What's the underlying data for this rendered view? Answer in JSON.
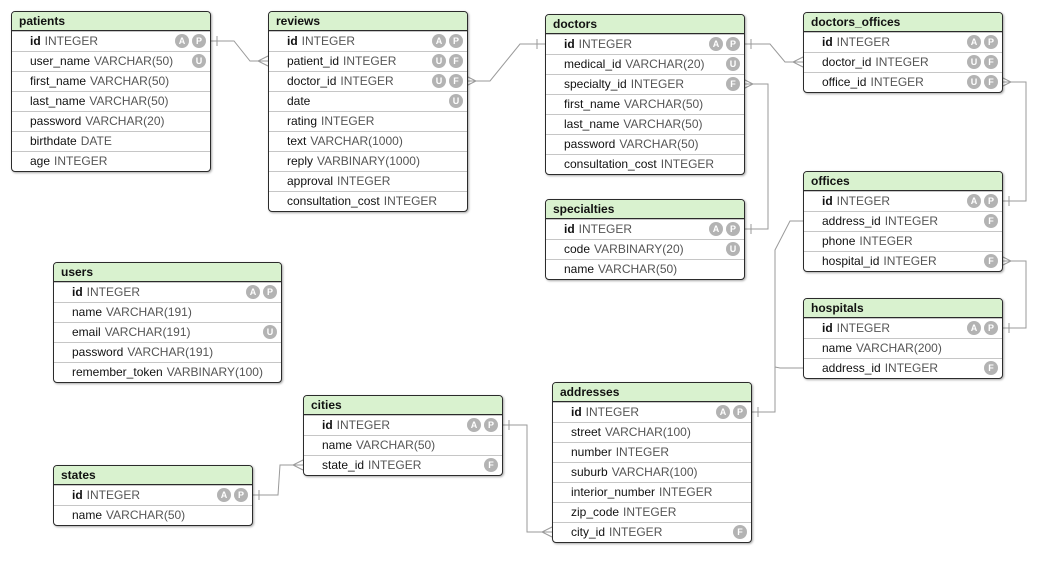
{
  "tables": [
    {
      "id": "patients",
      "name": "patients",
      "columns": [
        {
          "name": "id",
          "type": "INTEGER",
          "pk": true,
          "badges": [
            "A",
            "P"
          ]
        },
        {
          "name": "user_name",
          "type": "VARCHAR(50)",
          "badges": [
            "U"
          ]
        },
        {
          "name": "first_name",
          "type": "VARCHAR(50)",
          "badges": []
        },
        {
          "name": "last_name",
          "type": "VARCHAR(50)",
          "badges": []
        },
        {
          "name": "password",
          "type": "VARCHAR(20)",
          "badges": []
        },
        {
          "name": "birthdate",
          "type": "DATE",
          "badges": []
        },
        {
          "name": "age",
          "type": "INTEGER",
          "badges": []
        }
      ]
    },
    {
      "id": "reviews",
      "name": "reviews",
      "columns": [
        {
          "name": "id",
          "type": "INTEGER",
          "pk": true,
          "badges": [
            "A",
            "P"
          ]
        },
        {
          "name": "patient_id",
          "type": "INTEGER",
          "badges": [
            "U",
            "F"
          ]
        },
        {
          "name": "doctor_id",
          "type": "INTEGER",
          "badges": [
            "U",
            "F"
          ]
        },
        {
          "name": "date",
          "type": "",
          "badges": [
            "U"
          ]
        },
        {
          "name": "rating",
          "type": "INTEGER",
          "badges": []
        },
        {
          "name": "text",
          "type": "VARCHAR(1000)",
          "badges": []
        },
        {
          "name": "reply",
          "type": "VARBINARY(1000)",
          "badges": []
        },
        {
          "name": "approval",
          "type": "INTEGER",
          "badges": []
        },
        {
          "name": "consultation_cost",
          "type": "INTEGER",
          "badges": []
        }
      ]
    },
    {
      "id": "doctors",
      "name": "doctors",
      "columns": [
        {
          "name": "id",
          "type": "INTEGER",
          "pk": true,
          "badges": [
            "A",
            "P"
          ]
        },
        {
          "name": "medical_id",
          "type": "VARCHAR(20)",
          "badges": [
            "U"
          ]
        },
        {
          "name": "specialty_id",
          "type": "INTEGER",
          "badges": [
            "F"
          ]
        },
        {
          "name": "first_name",
          "type": "VARCHAR(50)",
          "badges": []
        },
        {
          "name": "last_name",
          "type": "VARCHAR(50)",
          "badges": []
        },
        {
          "name": "password",
          "type": "VARCHAR(50)",
          "badges": []
        },
        {
          "name": "consultation_cost",
          "type": "INTEGER",
          "badges": []
        }
      ]
    },
    {
      "id": "doctors_offices",
      "name": "doctors_offices",
      "columns": [
        {
          "name": "id",
          "type": "INTEGER",
          "pk": true,
          "badges": [
            "A",
            "P"
          ]
        },
        {
          "name": "doctor_id",
          "type": "INTEGER",
          "badges": [
            "U",
            "F"
          ]
        },
        {
          "name": "office_id",
          "type": "INTEGER",
          "badges": [
            "U",
            "F"
          ]
        }
      ]
    },
    {
      "id": "specialties",
      "name": "specialties",
      "columns": [
        {
          "name": "id",
          "type": "INTEGER",
          "pk": true,
          "badges": [
            "A",
            "P"
          ]
        },
        {
          "name": "code",
          "type": "VARBINARY(20)",
          "badges": [
            "U"
          ]
        },
        {
          "name": "name",
          "type": "VARCHAR(50)",
          "badges": []
        }
      ]
    },
    {
      "id": "offices",
      "name": "offices",
      "columns": [
        {
          "name": "id",
          "type": "INTEGER",
          "pk": true,
          "badges": [
            "A",
            "P"
          ]
        },
        {
          "name": "address_id",
          "type": "INTEGER",
          "badges": [
            "F"
          ]
        },
        {
          "name": "phone",
          "type": "INTEGER",
          "badges": []
        },
        {
          "name": "hospital_id",
          "type": "INTEGER",
          "badges": [
            "F"
          ]
        }
      ]
    },
    {
      "id": "users",
      "name": "users",
      "columns": [
        {
          "name": "id",
          "type": "INTEGER",
          "pk": true,
          "badges": [
            "A",
            "P"
          ]
        },
        {
          "name": "name",
          "type": "VARCHAR(191)",
          "badges": []
        },
        {
          "name": "email",
          "type": "VARCHAR(191)",
          "badges": [
            "U"
          ]
        },
        {
          "name": "password",
          "type": "VARCHAR(191)",
          "badges": []
        },
        {
          "name": "remember_token",
          "type": "VARBINARY(100)",
          "badges": []
        }
      ]
    },
    {
      "id": "hospitals",
      "name": "hospitals",
      "columns": [
        {
          "name": "id",
          "type": "INTEGER",
          "pk": true,
          "badges": [
            "A",
            "P"
          ]
        },
        {
          "name": "name",
          "type": "VARCHAR(200)",
          "badges": []
        },
        {
          "name": "address_id",
          "type": "INTEGER",
          "badges": [
            "F"
          ]
        }
      ]
    },
    {
      "id": "cities",
      "name": "cities",
      "columns": [
        {
          "name": "id",
          "type": "INTEGER",
          "pk": true,
          "badges": [
            "A",
            "P"
          ]
        },
        {
          "name": "name",
          "type": "VARCHAR(50)",
          "badges": []
        },
        {
          "name": "state_id",
          "type": "INTEGER",
          "badges": [
            "F"
          ]
        }
      ]
    },
    {
      "id": "addresses",
      "name": "addresses",
      "columns": [
        {
          "name": "id",
          "type": "INTEGER",
          "pk": true,
          "badges": [
            "A",
            "P"
          ]
        },
        {
          "name": "street",
          "type": "VARCHAR(100)",
          "badges": []
        },
        {
          "name": "number",
          "type": "INTEGER",
          "badges": []
        },
        {
          "name": "suburb",
          "type": "VARCHAR(100)",
          "badges": []
        },
        {
          "name": "interior_number",
          "type": "INTEGER",
          "badges": []
        },
        {
          "name": "zip_code",
          "type": "INTEGER",
          "badges": []
        },
        {
          "name": "city_id",
          "type": "INTEGER",
          "badges": [
            "F"
          ]
        }
      ]
    },
    {
      "id": "states",
      "name": "states",
      "columns": [
        {
          "name": "id",
          "type": "INTEGER",
          "pk": true,
          "badges": [
            "A",
            "P"
          ]
        },
        {
          "name": "name",
          "type": "VARCHAR(50)",
          "badges": []
        }
      ]
    }
  ],
  "relationships": [
    {
      "from": "reviews.patient_id",
      "to": "patients.id"
    },
    {
      "from": "reviews.doctor_id",
      "to": "doctors.id"
    },
    {
      "from": "doctors_offices.doctor_id",
      "to": "doctors.id"
    },
    {
      "from": "doctors.specialty_id",
      "to": "specialties.id"
    },
    {
      "from": "doctors_offices.office_id",
      "to": "offices.id"
    },
    {
      "from": "offices.hospital_id",
      "to": "hospitals.id"
    },
    {
      "from": "offices.address_id",
      "to": "addresses.id"
    },
    {
      "from": "hospitals.address_id",
      "to": "addresses.id"
    },
    {
      "from": "addresses.city_id",
      "to": "cities.id"
    },
    {
      "from": "cities.state_id",
      "to": "states.id"
    }
  ],
  "colors": {
    "header": "#d9f2cf",
    "border": "#2b2b2b",
    "badge": "#b3b3b3",
    "line": "#9a9a9a"
  }
}
